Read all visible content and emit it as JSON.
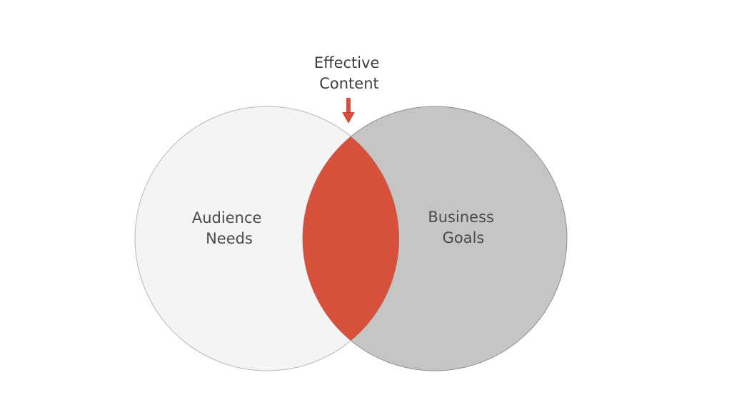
{
  "diagram": {
    "left_set": {
      "label_lines": [
        "Audience",
        "Needs"
      ],
      "fill": "#f4f4f4",
      "stroke": "#b8b8b8"
    },
    "right_set": {
      "label_lines": [
        "Business",
        "Goals"
      ],
      "fill": "#c5c5c4",
      "stroke": "#8f8f8f"
    },
    "intersection": {
      "label_lines": [
        "Effective",
        "Content"
      ],
      "fill": "#d6503b"
    },
    "arrow_color": "#d6503b"
  }
}
